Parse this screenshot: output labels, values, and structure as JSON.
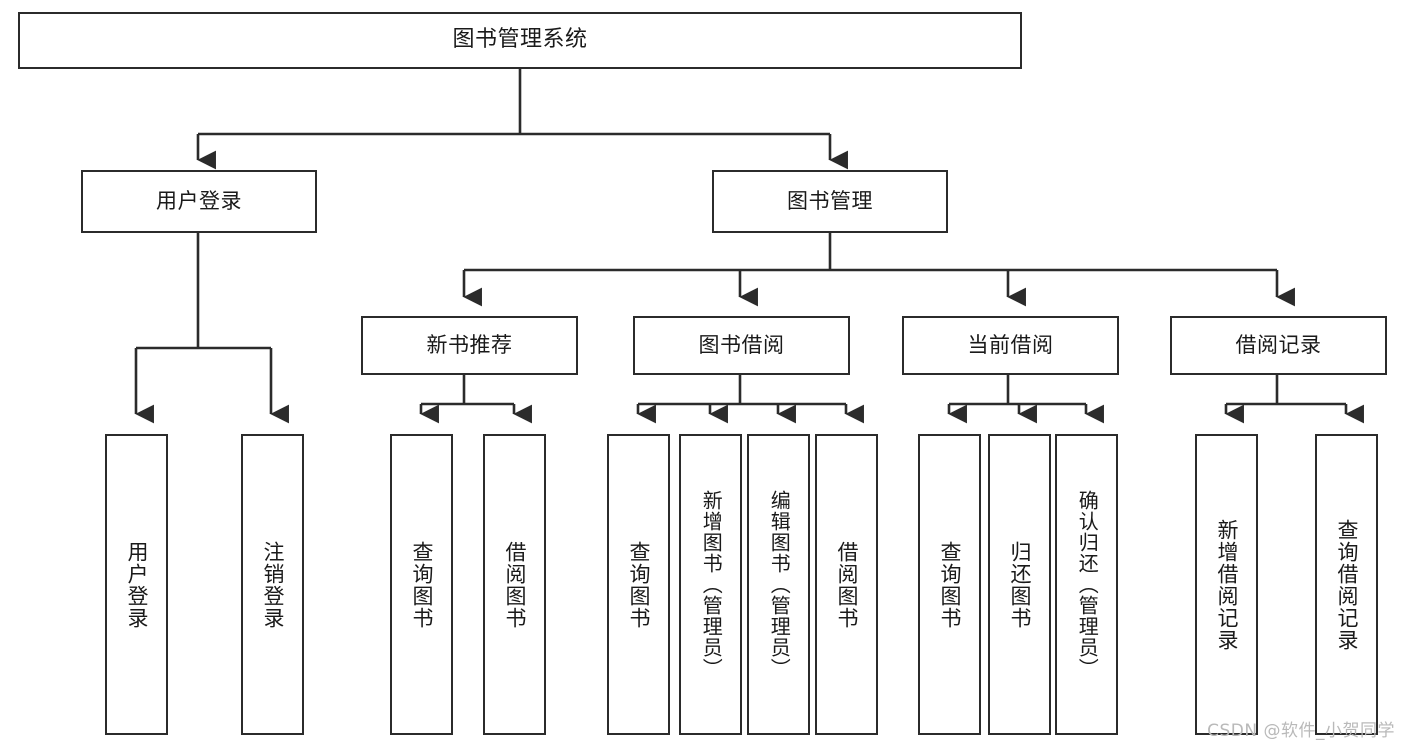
{
  "diagram": {
    "title": "图书管理系统",
    "type": "tree-hierarchy-diagram",
    "colors": {
      "box_border": "#2b2b2b",
      "box_fill": "#ffffff",
      "edge": "#2b2b2b",
      "text": "#1a1a1a",
      "watermark": "#b9b9b9"
    },
    "root": {
      "label": "图书管理系统"
    },
    "level2": [
      {
        "label": "用户登录"
      },
      {
        "label": "图书管理"
      }
    ],
    "level3": [
      {
        "label": "新书推荐"
      },
      {
        "label": "图书借阅"
      },
      {
        "label": "当前借阅"
      },
      {
        "label": "借阅记录"
      }
    ],
    "leaves": {
      "user_login": [
        {
          "label": "用户登录"
        },
        {
          "label": "注销登录"
        }
      ],
      "new_book_recommend": [
        {
          "label": "查询图书"
        },
        {
          "label": "借阅图书"
        }
      ],
      "book_borrow": [
        {
          "label": "查询图书"
        },
        {
          "label": "新增图书（管理员）"
        },
        {
          "label": "编辑图书（管理员）"
        },
        {
          "label": "借阅图书"
        }
      ],
      "current_borrow": [
        {
          "label": "查询图书"
        },
        {
          "label": "归还图书"
        },
        {
          "label": "确认归还（管理员）"
        }
      ],
      "borrow_records": [
        {
          "label": "新增借阅记录"
        },
        {
          "label": "查询借阅记录"
        }
      ]
    },
    "watermark": "CSDN @软件_小贺同学"
  }
}
